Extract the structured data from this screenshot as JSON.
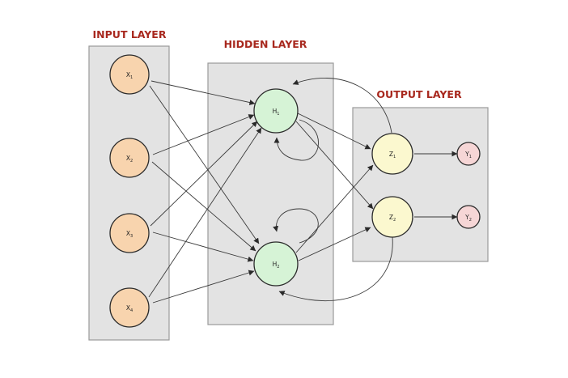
{
  "layers": {
    "input": {
      "title": "INPUT LAYER"
    },
    "hidden": {
      "title": "HIDDEN LAYER"
    },
    "output": {
      "title": "OUTPUT LAYER"
    }
  },
  "nodes": {
    "x1": {
      "base": "X",
      "sub": "1"
    },
    "x2": {
      "base": "X",
      "sub": "2"
    },
    "x3": {
      "base": "X",
      "sub": "3"
    },
    "x4": {
      "base": "X",
      "sub": "4"
    },
    "h1": {
      "base": "H",
      "sub": "1"
    },
    "h2": {
      "base": "H",
      "sub": "2"
    },
    "z1": {
      "base": "Z",
      "sub": "1"
    },
    "z2": {
      "base": "Z",
      "sub": "2"
    },
    "y1": {
      "base": "Y",
      "sub": "1"
    },
    "y2": {
      "base": "Y",
      "sub": "2"
    }
  },
  "colors": {
    "title": "#a8281e",
    "input_node": "#f8d4ae",
    "hidden_node": "#d6f3d6",
    "output_node": "#fbf8cf",
    "final_node": "#f6d6d6",
    "layer_box": "#e3e3e3"
  }
}
